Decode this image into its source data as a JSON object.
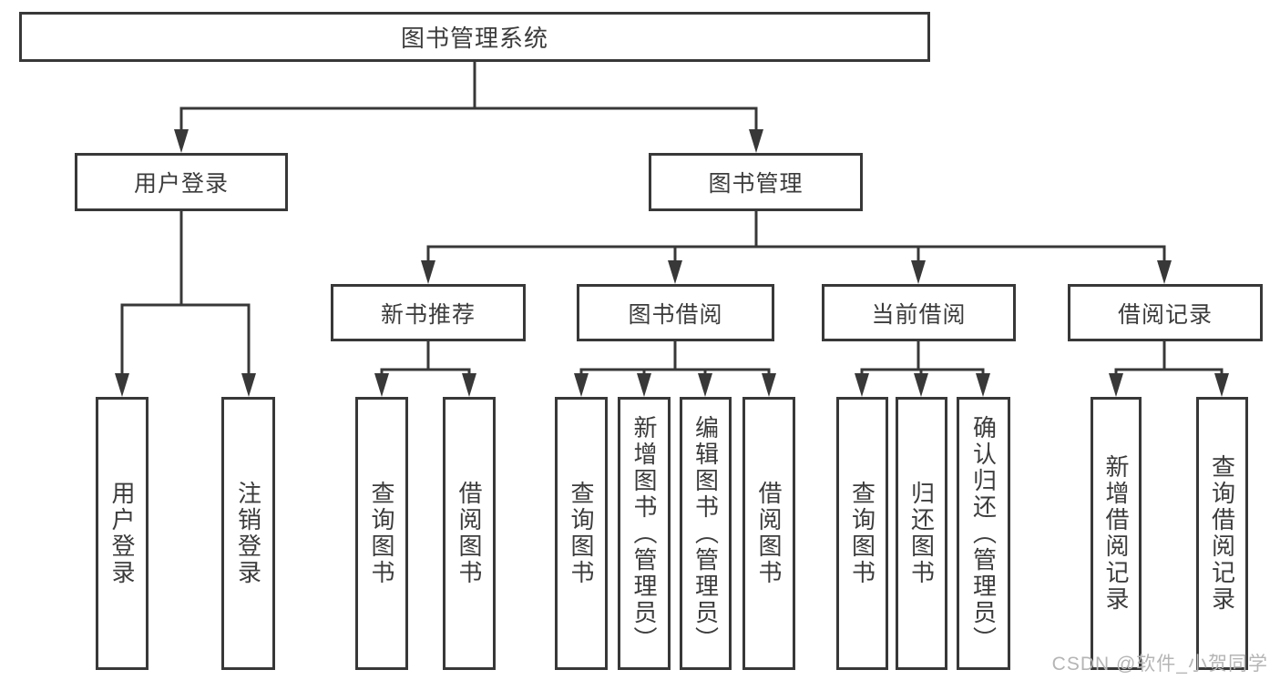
{
  "nodes": {
    "root": "图书管理系统",
    "user_login": "用户登录",
    "book_management": "图书管理",
    "new_book_recommend": "新书推荐",
    "book_borrow": "图书借阅",
    "current_borrow": "当前借阅",
    "borrow_records": "借阅记录",
    "leaf_user_login": "用户登录",
    "leaf_logout_login": "注销登录",
    "leaf_nb_query_books": "查询图书",
    "leaf_nb_borrow_books": "借阅图书",
    "leaf_bb_query_books": "查询图书",
    "leaf_bb_add_books": "新增图书（管理员）",
    "leaf_bb_edit_books": "编辑图书（管理员）",
    "leaf_bb_borrow_books": "借阅图书",
    "leaf_cb_query_books": "查询图书",
    "leaf_cb_return_books": "归还图书",
    "leaf_cb_confirm_return": "确认归还（管理员）",
    "leaf_br_add_record": "新增借阅记录",
    "leaf_br_query_record": "查询借阅记录"
  },
  "watermark": "CSDN @软件_小贺同学",
  "colors": {
    "line": "#383838",
    "text": "#3c3c3c",
    "watermark": "#b5b5b5",
    "background": "#ffffff"
  }
}
